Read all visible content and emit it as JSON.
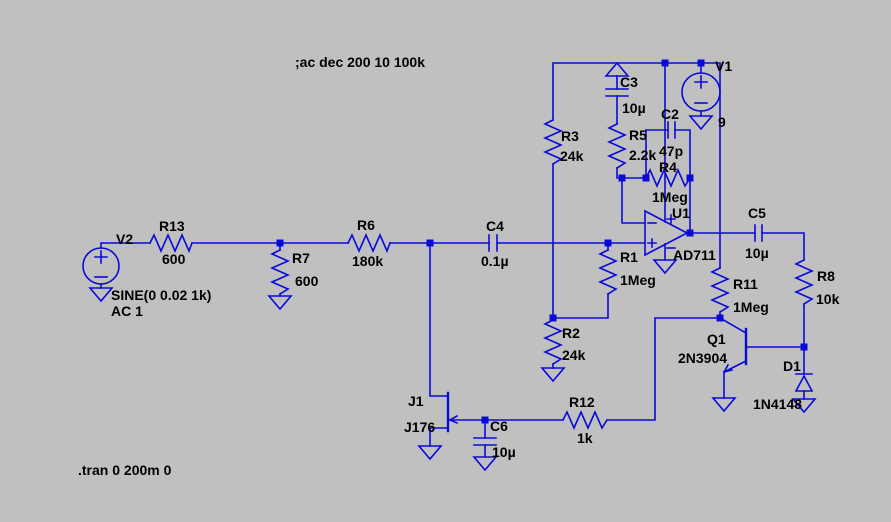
{
  "app": {
    "type": "spice-schematic-editor"
  },
  "colors": {
    "background": "#c0c0c0",
    "wire": "#0a0ad8",
    "text": "#000000"
  },
  "directives": {
    "ac": ";ac dec 200 10 100k",
    "tran": ".tran 0 200m 0"
  },
  "components": {
    "v2": {
      "name": "V2",
      "value": "SINE(0 0.02 1k)",
      "value2": "AC 1"
    },
    "r13": {
      "name": "R13",
      "value": "600"
    },
    "r7": {
      "name": "R7",
      "value": "600"
    },
    "r6": {
      "name": "R6",
      "value": "180k"
    },
    "c4": {
      "name": "C4",
      "value": "0.1µ"
    },
    "r1": {
      "name": "R1",
      "value": "1Meg"
    },
    "r3": {
      "name": "R3",
      "value": "24k"
    },
    "r2": {
      "name": "R2",
      "value": "24k"
    },
    "c3": {
      "name": "C3",
      "value": "10µ"
    },
    "r5": {
      "name": "R5",
      "value": "2.2k"
    },
    "c2": {
      "name": "C2",
      "value": "47p"
    },
    "r4": {
      "name": "R4",
      "value": "1Meg"
    },
    "u1": {
      "name": "U1",
      "value": "AD711"
    },
    "v1": {
      "name": "V1",
      "value": "9"
    },
    "c5": {
      "name": "C5",
      "value": "10µ"
    },
    "r8": {
      "name": "R8",
      "value": "10k"
    },
    "r11": {
      "name": "R11",
      "value": "1Meg"
    },
    "q1": {
      "name": "Q1",
      "value": "2N3904"
    },
    "d1": {
      "name": "D1",
      "value": "1N4148"
    },
    "j1": {
      "name": "J1",
      "value": "J176"
    },
    "c6": {
      "name": "C6",
      "value": "10µ"
    },
    "r12": {
      "name": "R12",
      "value": "1k"
    }
  }
}
